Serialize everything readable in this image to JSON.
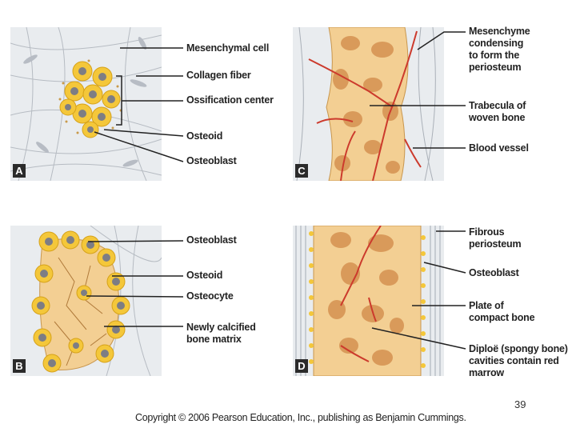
{
  "panels": {
    "a": {
      "letter": "A",
      "labels": [
        "Mesenchymal cell",
        "Collagen fiber",
        "Ossification center",
        "Osteoid",
        "Osteoblast"
      ]
    },
    "b": {
      "letter": "B",
      "labels": [
        "Osteoblast",
        "Osteoid",
        "Osteocyte",
        "Newly calcified\nbone matrix"
      ]
    },
    "c": {
      "letter": "C",
      "labels": [
        "Mesenchyme\ncondensing\nto form the\nperiosteum",
        "Trabecula of\nwoven bone",
        "Blood vessel"
      ]
    },
    "d": {
      "letter": "D",
      "labels": [
        "Fibrous\nperiosteum",
        "Osteoblast",
        "Plate of\ncompact bone",
        "Diploë (spongy bone)\ncavities contain red\nmarrow"
      ]
    }
  },
  "colors": {
    "mesenchyme_bg": "#e9ecef",
    "bone": "#f3cf93",
    "cell_yellow": "#f4c73a",
    "nucleus": "#7d7d84",
    "vessel": "#cc3a2c",
    "cavity": "#d99a5a"
  },
  "footer": {
    "page_number": "39",
    "copyright": "Copyright © 2006 Pearson Education, Inc., publishing as Benjamin Cummings."
  }
}
